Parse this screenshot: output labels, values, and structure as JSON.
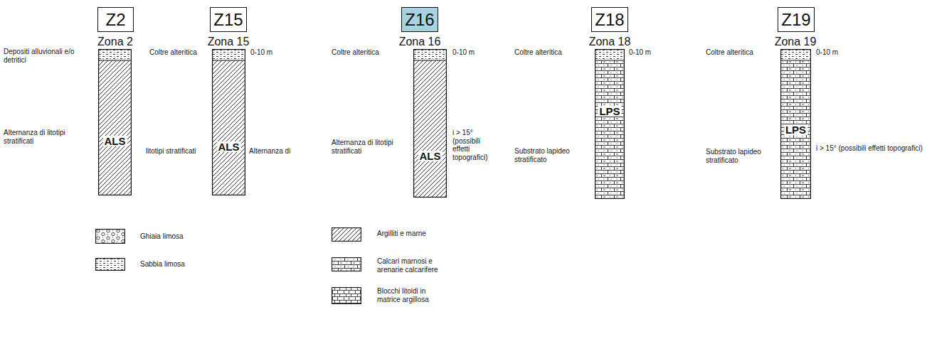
{
  "diagram": {
    "nodes": [
      {
        "text": [
          "Z2"
        ]
      },
      {
        "text": [
          "ALS"
        ]
      },
      {
        "text": [
          "Z15"
        ]
      },
      {
        "text": [
          "ALS"
        ]
      },
      {
        "text": [
          "Z16"
        ]
      },
      {
        "text": [
          "ALS"
        ]
      },
      {
        "text": [
          "Z18"
        ]
      },
      {
        "text": [
          "LPS"
        ]
      },
      {
        "text": [
          "Z19"
        ]
      },
      {
        "text": [
          "LPS"
        ]
      }
    ],
    "labels": [
      "Zona 2",
      "Depositi alluvionali e/o detritici",
      "Alternanza di litotipi stratificati",
      "Zona 15",
      "Coltre alteritica",
      "0-10 m",
      "litotipi stratificati",
      "Alternanza di",
      "Zona 16",
      "Coltre alteritica",
      "0-10 m",
      "Alternanza di litotipi stratificati",
      "i > 15° (possibili effetti topografici)",
      "Zona 18",
      "Coltre alteritica",
      "0-10 m",
      "Substrato lapideo stratificato",
      "Zona 19",
      "Coltre alteritica",
      "0-10 m",
      "Substrato lapideo stratificato",
      "i > 15° (possibili effetti topografici)"
    ],
    "legend": [
      {
        "text": "Ghiaia limosa"
      },
      {
        "text": "Sabbia limosa"
      },
      {
        "text": "Argilliti e marne"
      },
      {
        "text": "Calcari marnosi e arenarie calcarifere"
      },
      {
        "text": "Blocchi litoidi in matrice argillosa"
      }
    ]
  }
}
